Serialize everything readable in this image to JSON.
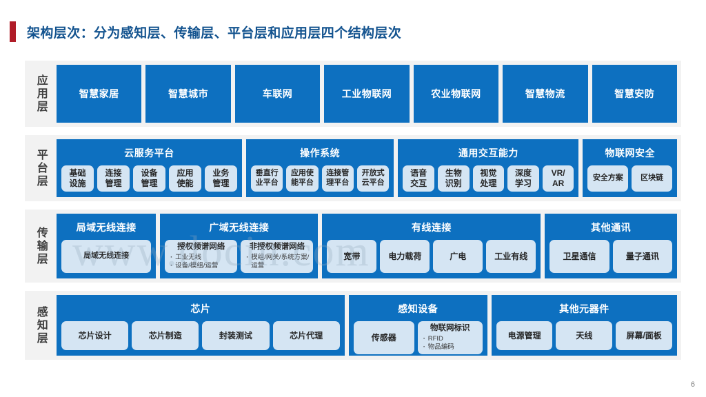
{
  "slide": {
    "title": "架构层次：分为感知层、传输层、平台层和应用层四个结构层次",
    "page_number": "6",
    "watermark": "www.docin.com",
    "colors": {
      "accent_bar": "#b01c28",
      "title_text": "#13538f",
      "panel_blue": "#0d70c0",
      "chip_blue": "#d5e5f3",
      "row_background": "#f2f2f2"
    }
  },
  "layers": [
    {
      "label": "应用层",
      "kind": "flat",
      "boxes": [
        {
          "label": "智慧家居"
        },
        {
          "label": "智慧城市"
        },
        {
          "label": "车联网"
        },
        {
          "label": "工业物联网"
        },
        {
          "label": "农业物联网"
        },
        {
          "label": "智慧物流"
        },
        {
          "label": "智慧安防"
        }
      ]
    },
    {
      "label": "平台层",
      "kind": "grouped",
      "groups": [
        {
          "title": "云服务平台",
          "items": [
            {
              "label": "基础\n设施"
            },
            {
              "label": "连接\n管理"
            },
            {
              "label": "设备\n管理"
            },
            {
              "label": "应用\n使能"
            },
            {
              "label": "业务\n管理"
            }
          ]
        },
        {
          "title": "操作系统",
          "items": [
            {
              "label": "垂直行\n业平台"
            },
            {
              "label": "应用使\n能平台"
            },
            {
              "label": "连接管\n理平台"
            },
            {
              "label": "开放式\n云平台"
            }
          ]
        },
        {
          "title": "通用交互能力",
          "items": [
            {
              "label": "语音\n交互"
            },
            {
              "label": "生物\n识别"
            },
            {
              "label": "视觉\n处理"
            },
            {
              "label": "深度\n学习"
            },
            {
              "label": "VR/\nAR"
            }
          ]
        },
        {
          "title": "物联网安全",
          "items": [
            {
              "label": "安全方案"
            },
            {
              "label": "区块链"
            }
          ]
        }
      ]
    },
    {
      "label": "传输层",
      "kind": "grouped",
      "groups": [
        {
          "title": "局域无线连接",
          "items": [
            {
              "label": "局域无线连接"
            }
          ]
        },
        {
          "title": "广域无线连接",
          "items": [
            {
              "label": "授权频谱网络",
              "bullets": [
                "工业无线",
                "设备/模组/运营"
              ]
            },
            {
              "label": "非授权频谱网络",
              "bullets": [
                "模组/网关/系统方案/运营"
              ]
            }
          ]
        },
        {
          "title": "有线连接",
          "items": [
            {
              "label": "宽带"
            },
            {
              "label": "电力载荷"
            },
            {
              "label": "广电"
            },
            {
              "label": "工业有线"
            }
          ]
        },
        {
          "title": "其他通讯",
          "items": [
            {
              "label": "卫星通信"
            },
            {
              "label": "量子通讯"
            }
          ]
        }
      ]
    },
    {
      "label": "感知层",
      "kind": "grouped",
      "groups": [
        {
          "title": "芯片",
          "items": [
            {
              "label": "芯片设计"
            },
            {
              "label": "芯片制造"
            },
            {
              "label": "封装测试"
            },
            {
              "label": "芯片代理"
            }
          ]
        },
        {
          "title": "感知设备",
          "items": [
            {
              "label": "传感器"
            },
            {
              "label": "物联网标识",
              "bullets": [
                "RFID",
                "物品编码"
              ]
            }
          ]
        },
        {
          "title": "其他元器件",
          "items": [
            {
              "label": "电源管理"
            },
            {
              "label": "天线"
            },
            {
              "label": "屏幕/面板"
            }
          ]
        }
      ]
    }
  ]
}
